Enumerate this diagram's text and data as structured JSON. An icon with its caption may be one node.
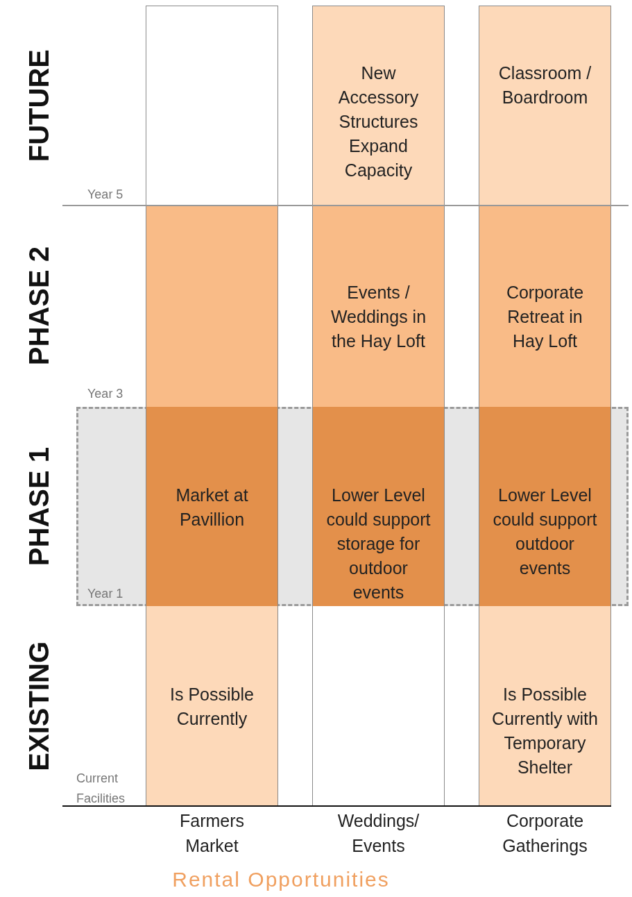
{
  "diagram": {
    "caption": "Rental Opportunities",
    "nodes": [
      {
        "text": [
          "New Accessory Structures Expand Capacity"
        ]
      },
      {
        "text": [
          "Classroom / Boardroom"
        ]
      },
      {
        "text": [],
        "shape": "box"
      },
      {
        "text": [
          "Events / Weddings in the Hay Loft"
        ]
      },
      {
        "text": [
          "Corporate Retreat in Hay Loft"
        ]
      },
      {
        "text": [],
        "shape": "box"
      },
      {
        "text": [
          "Market at Pavillion"
        ],
        "in": 5
      },
      {
        "text": [
          "Lower Level could support storage for outdoor events"
        ],
        "in": 5
      },
      {
        "text": [
          "Lower Level could support outdoor events"
        ],
        "in": 5
      },
      {
        "text": [
          "Is Possible Currently"
        ]
      },
      {
        "text": [
          "Is Possible Currently with Temporary Shelter"
        ]
      }
    ],
    "labels": [
      "FUTURE",
      "Year 5",
      "PHASE 2",
      "Year 3",
      "PHASE 1",
      "Year 1",
      "EXISTING",
      "Current Facilities",
      "Farmers Market",
      "Weddings/ Events",
      "Corporate Gatherings"
    ]
  }
}
